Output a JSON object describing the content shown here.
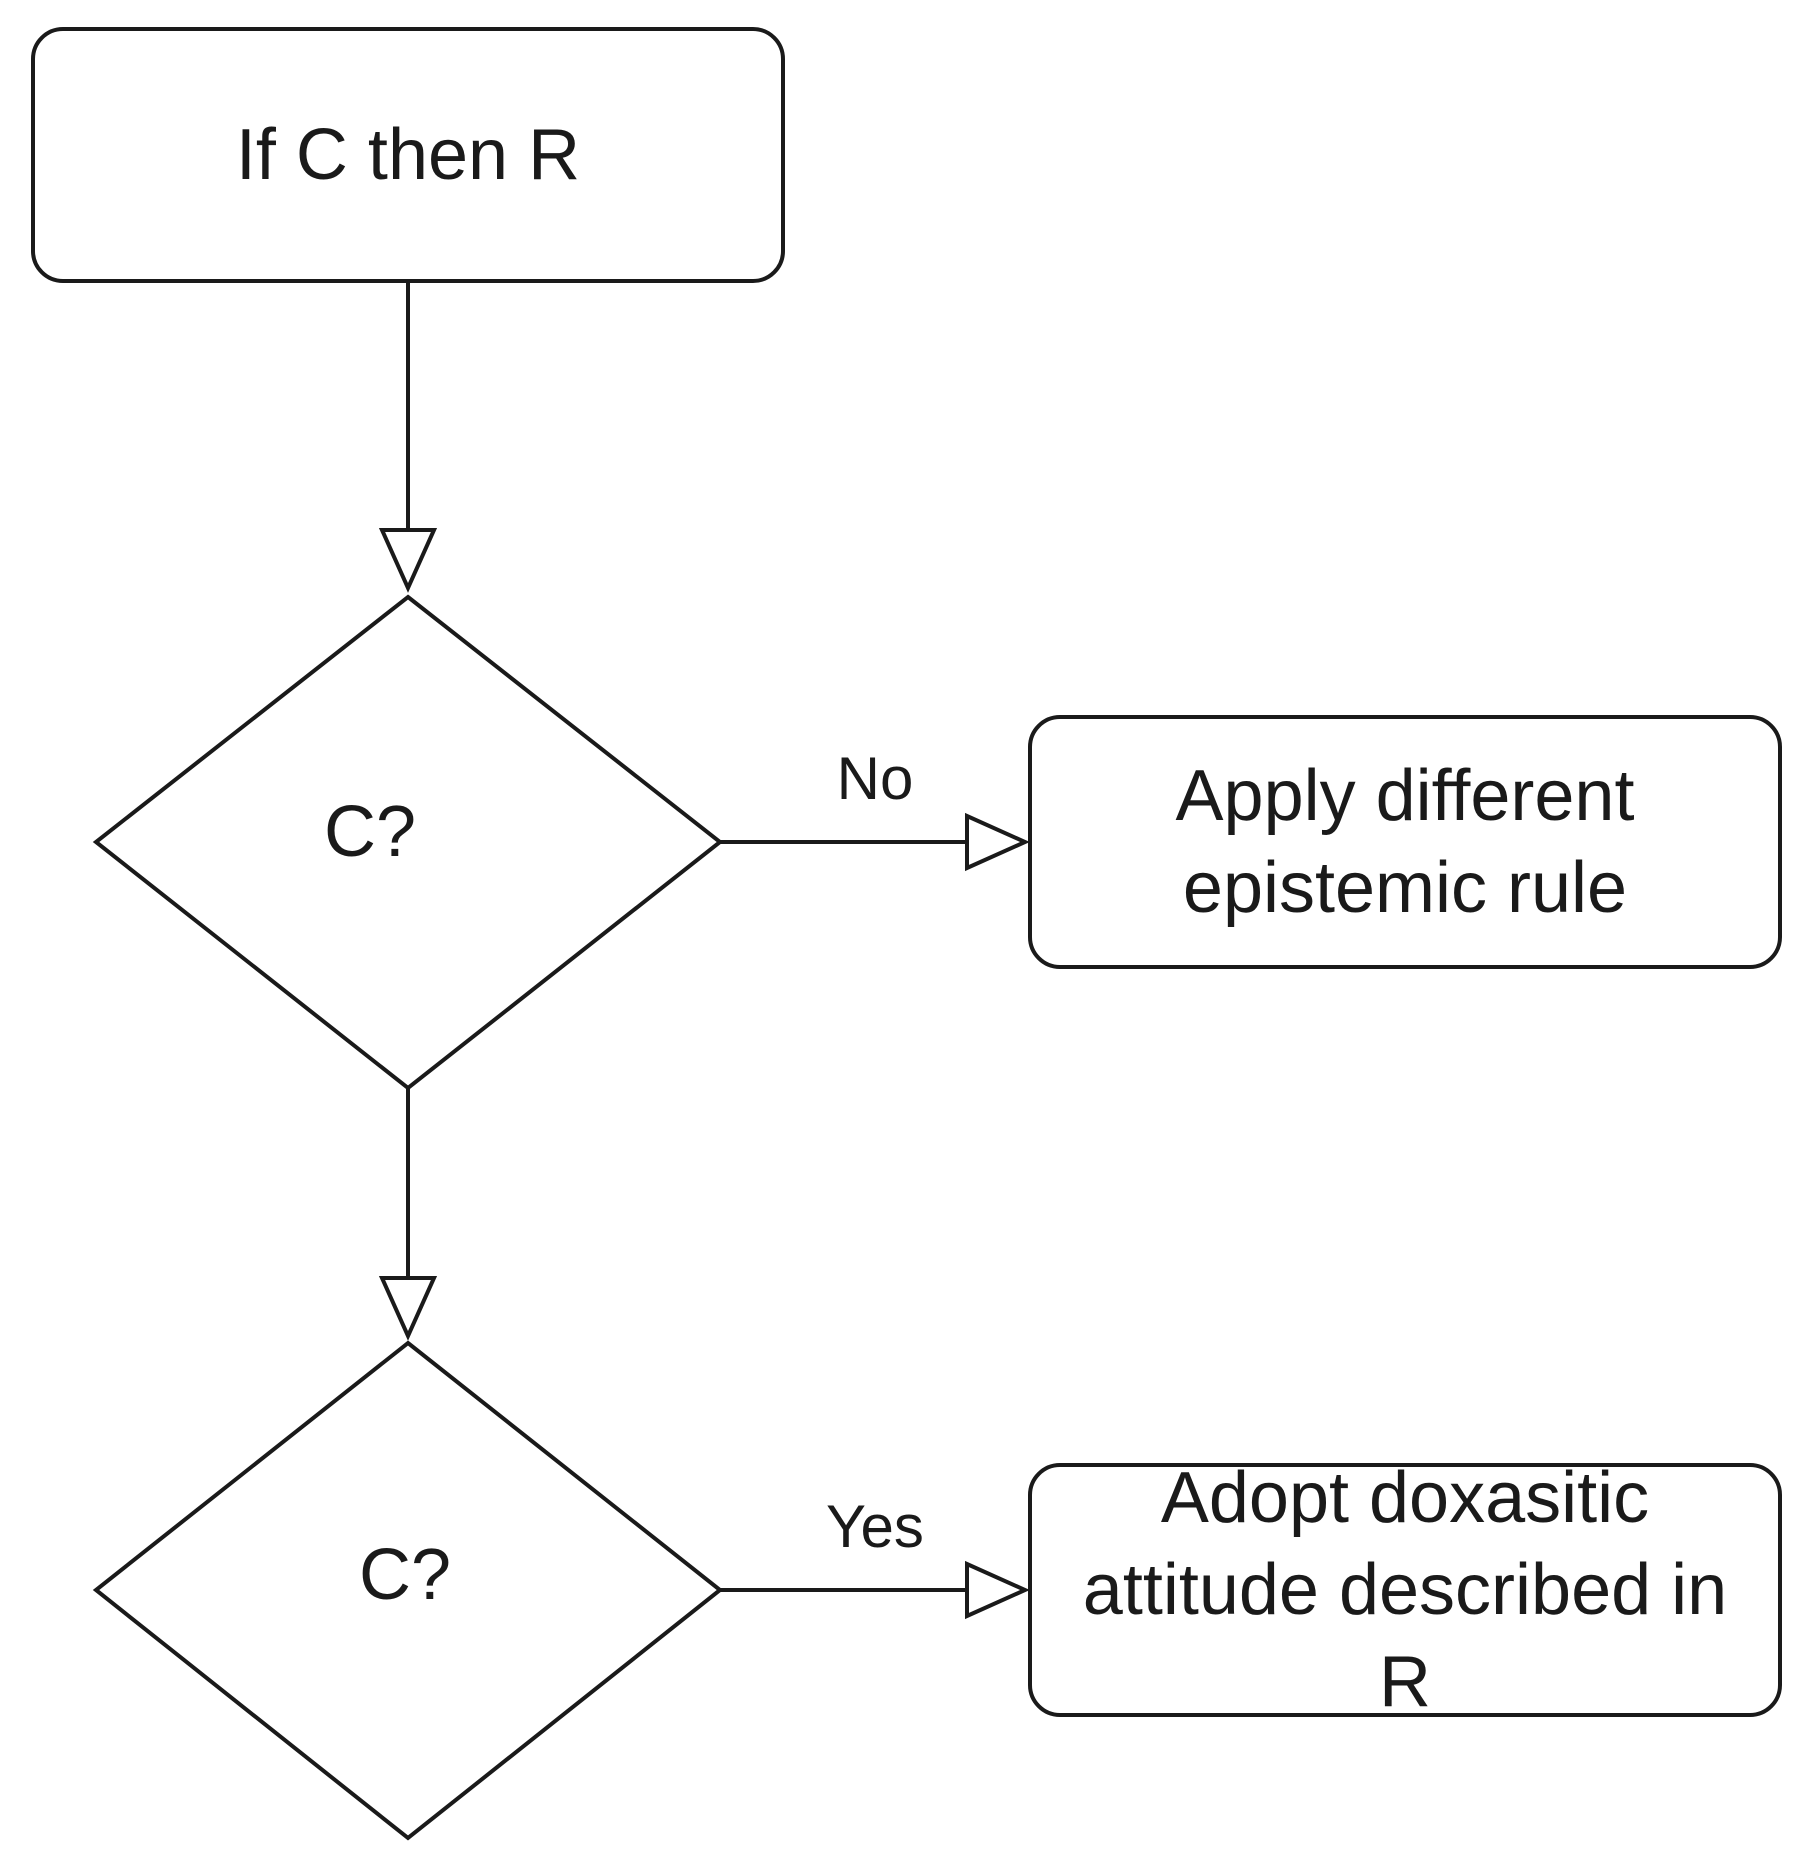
{
  "nodes": {
    "rule": {
      "label": "If C then R"
    },
    "decision_1": {
      "label": "C?"
    },
    "decision_2": {
      "label": "C?"
    },
    "different_rule": {
      "label": "Apply different epistemic rule"
    },
    "adopt_attitude": {
      "label": "Adopt doxasitic attitude described in R"
    }
  },
  "edges": {
    "no": {
      "label": "No"
    },
    "yes": {
      "label": "Yes"
    }
  },
  "colors": {
    "stroke": "#1a1a1a",
    "fill": "#ffffff"
  }
}
